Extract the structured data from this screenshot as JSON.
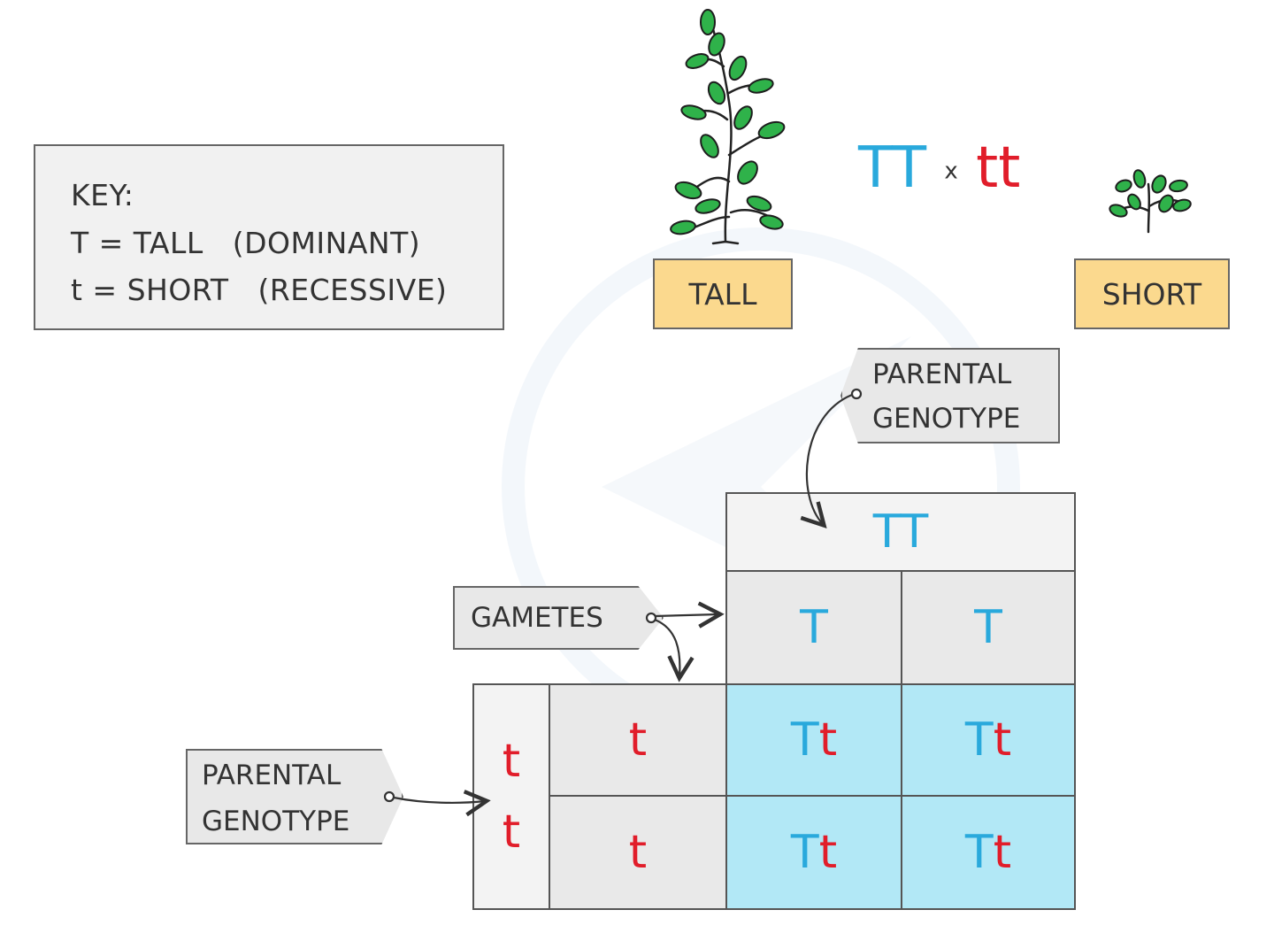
{
  "key": {
    "title": "KEY:",
    "line1": "T = TALL   (DOMINANT)",
    "line2": "t = SHORT   (RECESSIVE)"
  },
  "plants": {
    "tall_label": "TALL",
    "short_label": "SHORT"
  },
  "cross": {
    "left": "TT",
    "times": "x",
    "right": "tt"
  },
  "tags": {
    "parental_top": [
      "PARENTAL",
      "GENOTYPE"
    ],
    "gametes": "GAMETES",
    "parental_left": [
      "PARENTAL",
      "GENOTYPE"
    ]
  },
  "punnett": {
    "top_parent": "TT",
    "top_gametes": [
      "T",
      "T"
    ],
    "left_parent": [
      "t",
      "t"
    ],
    "left_gametes": [
      "t",
      "t"
    ],
    "offspring": [
      [
        "Tt",
        "Tt"
      ],
      [
        "Tt",
        "Tt"
      ]
    ]
  },
  "colors": {
    "dominant": "#29a9dc",
    "recessive": "#e11d2a",
    "offspring_fill": "#b2e8f6",
    "label_fill": "#fbd98e"
  }
}
